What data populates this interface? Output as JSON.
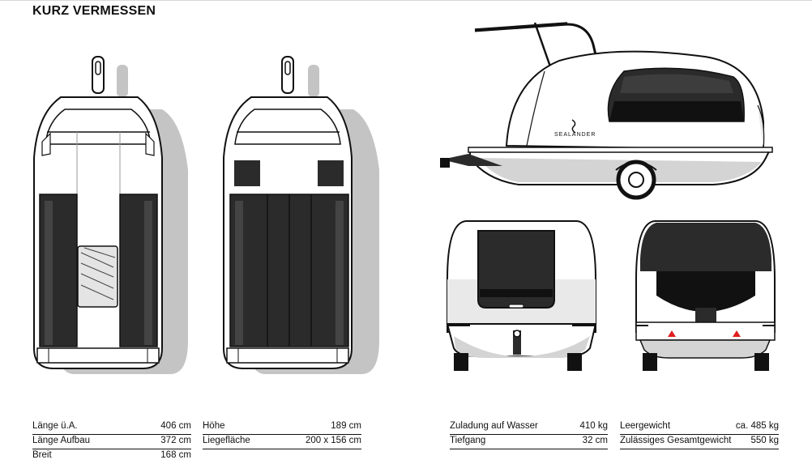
{
  "page": {
    "title": "KURZ VERMESSEN"
  },
  "brand": {
    "logo_text": "SEALANDER"
  },
  "specs": {
    "col1": [
      {
        "label": "Länge ü.A.",
        "value": "406 cm"
      },
      {
        "label": "Länge Aufbau",
        "value": "372 cm"
      },
      {
        "label": "Breit",
        "value": "168 cm"
      }
    ],
    "col2": [
      {
        "label": "Höhe",
        "value": "189 cm"
      },
      {
        "label": "Liegefläche",
        "value": "200 x 156 cm"
      }
    ],
    "col3": [
      {
        "label": "Zuladung auf Wasser",
        "value": "410 kg"
      },
      {
        "label": "Tiefgang",
        "value": "32 cm"
      }
    ],
    "col4": [
      {
        "label": "Leergewicht",
        "value": "ca. 485 kg"
      },
      {
        "label": "Zulässiges Gesamtgewicht",
        "value": "550 kg"
      }
    ]
  },
  "colors": {
    "dark": "#2b2b2b",
    "shadow": "#c4c4c4",
    "light": "#f2f2f2",
    "accent_red": "#e02020"
  }
}
